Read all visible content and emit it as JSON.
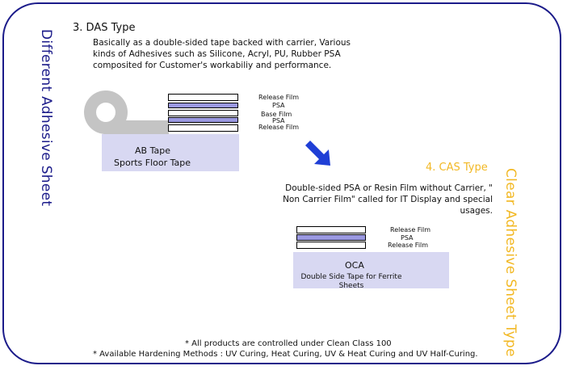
{
  "side_labels": {
    "left": "Different Adhesive Sheet",
    "right": "Clear Adhesive Sheet Type"
  },
  "das": {
    "title": "3. DAS Type",
    "description": "Basically as a double-sided tape backed with carrier, Various kinds of Adhesives such as Silicone, Acryl, PU, Rubber PSA composited for Customer's workabiliy and performance.",
    "layers": [
      "Release Film",
      "PSA",
      "Base Film",
      "PSA",
      "Release Film"
    ],
    "product_name": "AB Tape",
    "product_use": "Sports Floor Tape"
  },
  "cas": {
    "title": "4. CAS Type",
    "description": "Double-sided PSA or Resin Film without Carrier, \" Non Carrier Film\" called for IT Display and special usages.",
    "layers": [
      "Release Film",
      "PSA",
      "Release Film"
    ],
    "product_name": "OCA",
    "product_use": "Double Side Tape for Ferrite Sheets"
  },
  "footnotes": {
    "clean_class": "* All products are controlled under Clean Class 100",
    "hardening": "* Available Hardening Methods :  UV Curing, Heat Curing, UV & Heat Curing and UV Half-Curing."
  },
  "colors": {
    "frame": "#1b1b8a",
    "accent": "#f2b824",
    "psa_layer": "#9a98e0",
    "product_box": "#d8d8f2",
    "roll": "#c4c4c4",
    "arrow": "#1f3fd6"
  },
  "icons": [
    "tape-roll-icon",
    "arrow-down-right-icon"
  ]
}
